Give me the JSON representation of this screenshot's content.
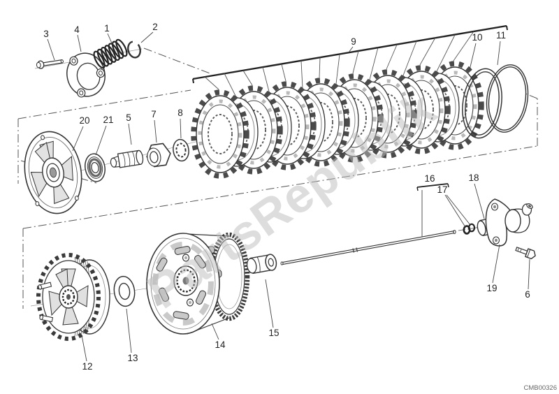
{
  "page": {
    "code": "CMB00326",
    "watermark": "PartsRepublik"
  },
  "callouts": [
    {
      "label": "1",
      "part": "clutch-spring"
    },
    {
      "label": "2",
      "part": "retaining-ring"
    },
    {
      "label": "3",
      "part": "screw"
    },
    {
      "label": "4",
      "part": "spring-retainer-plate"
    },
    {
      "label": "5",
      "part": "spacer"
    },
    {
      "label": "6",
      "part": "screw"
    },
    {
      "label": "7",
      "part": "nut"
    },
    {
      "label": "8",
      "part": "spline-washer"
    },
    {
      "label": "9",
      "part": "clutch-plate-set"
    },
    {
      "label": "10",
      "part": "o-ring"
    },
    {
      "label": "11",
      "part": "o-ring"
    },
    {
      "label": "12",
      "part": "clutch-hub"
    },
    {
      "label": "13",
      "part": "washer"
    },
    {
      "label": "14",
      "part": "clutch-basket"
    },
    {
      "label": "15",
      "part": "bushing"
    },
    {
      "label": "16",
      "part": "pushrod"
    },
    {
      "label": "17",
      "part": "pushrod-o-rings"
    },
    {
      "label": "18",
      "part": "cap"
    },
    {
      "label": "19",
      "part": "actuating-cylinder"
    },
    {
      "label": "20",
      "part": "pressure-plate"
    },
    {
      "label": "21",
      "part": "bearing"
    }
  ],
  "colors": {
    "background": "#ffffff",
    "line": "#333333",
    "shade": "#c9c9c9",
    "watermark": "#bdbdbd",
    "label_text": "#222222",
    "code_text": "#666666"
  }
}
